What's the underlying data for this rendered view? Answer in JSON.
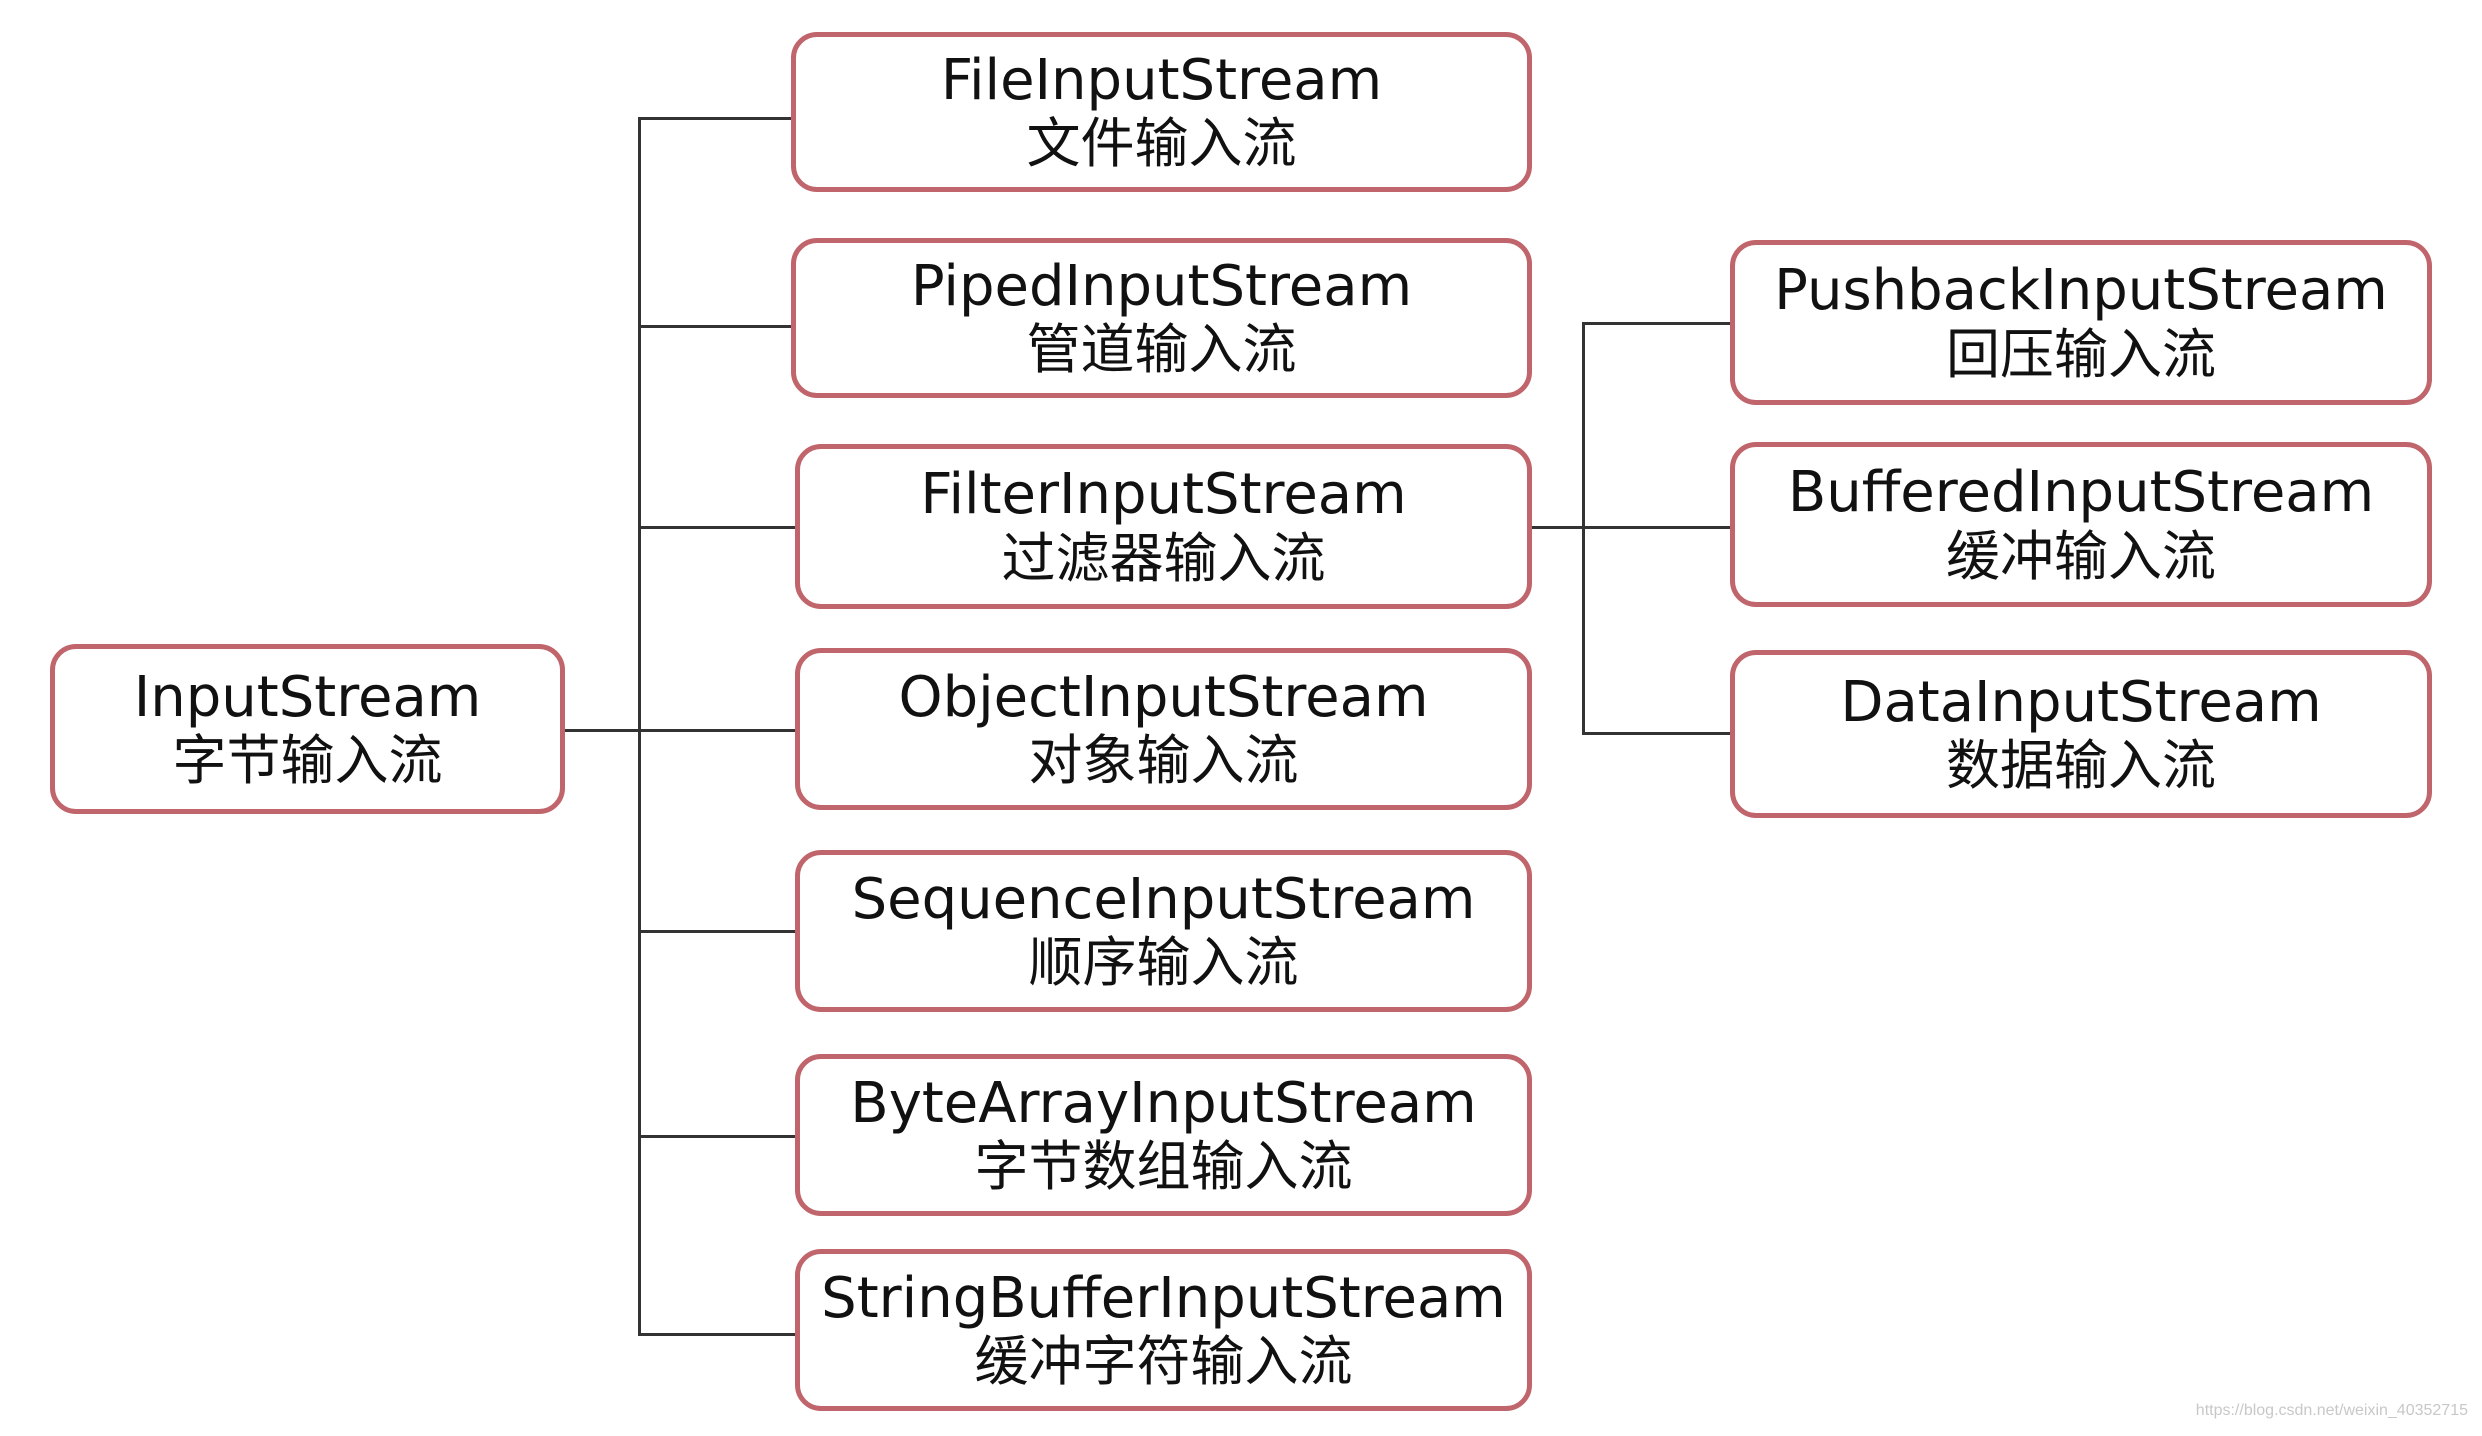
{
  "root": {
    "en": "InputStream",
    "zh": "字节输入流"
  },
  "children": [
    {
      "en": "FileInputStream",
      "zh": "文件输入流"
    },
    {
      "en": "PipedInputStream",
      "zh": "管道输入流"
    },
    {
      "en": "FilterInputStream",
      "zh": "过滤器输入流"
    },
    {
      "en": "ObjectInputStream",
      "zh": "对象输入流"
    },
    {
      "en": "SequenceInputStream",
      "zh": "顺序输入流"
    },
    {
      "en": "ByteArrayInputStream",
      "zh": "字节数组输入流"
    },
    {
      "en": "StringBufferInputStream",
      "zh": "缓冲字符输入流"
    }
  ],
  "filter_children": [
    {
      "en": "PushbackInputStream",
      "zh": "回压输入流"
    },
    {
      "en": "BufferedInputStream",
      "zh": "缓冲输入流"
    },
    {
      "en": "DataInputStream",
      "zh": "数据输入流"
    }
  ],
  "watermark": "https://blog.csdn.net/weixin_40352715",
  "colors": {
    "node_border": "#c0656b",
    "connector": "#333333",
    "text": "#111111"
  }
}
